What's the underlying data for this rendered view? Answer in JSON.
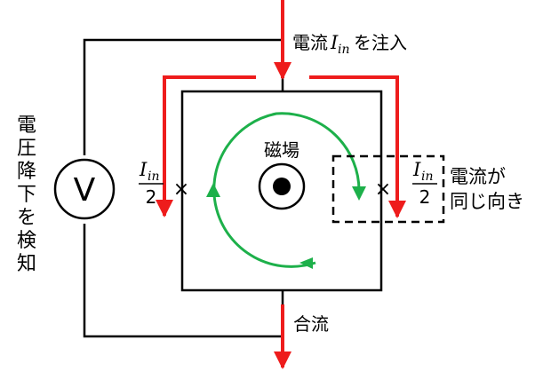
{
  "labels": {
    "inject_prefix": "電流",
    "inject_symbol": "I",
    "inject_sub": "in",
    "inject_suffix": "を注入",
    "merge": "合流",
    "magnetic_field": "磁場",
    "voltmeter": "V",
    "vertical_note": [
      "電",
      "圧",
      "降",
      "下",
      "を",
      "検",
      "知"
    ],
    "left_fraction": {
      "symbol": "I",
      "sub": "in",
      "denominator": "2"
    },
    "right_fraction": {
      "symbol": "I",
      "sub": "in",
      "denominator": "2"
    },
    "same_direction_line1": "電流が",
    "same_direction_line2": "同じ向き",
    "cross_mark": "×"
  },
  "colors": {
    "current_arrow": "#ee1c1c",
    "field_loop": "#1db04a",
    "outline": "#000000"
  }
}
